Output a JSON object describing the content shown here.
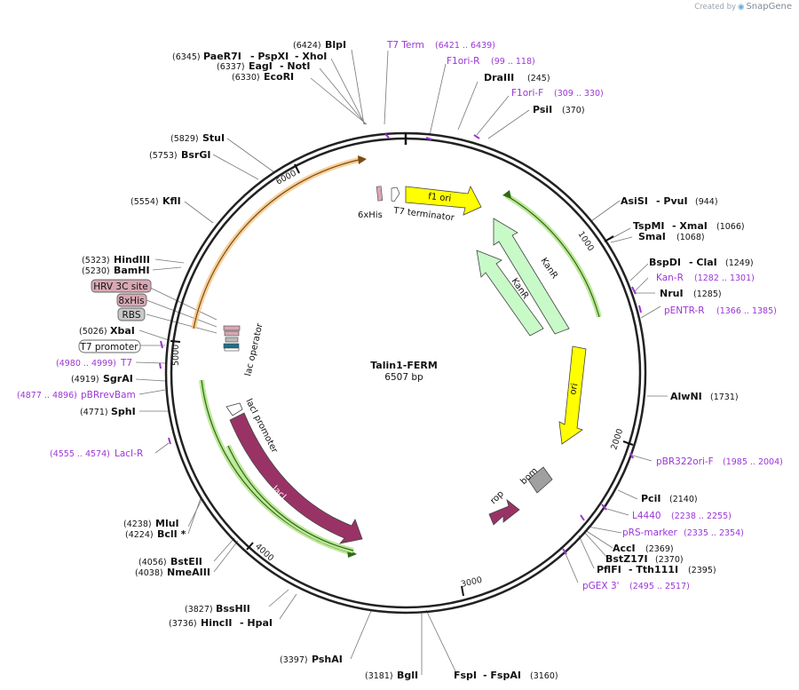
{
  "branding": {
    "created_by": "Created by",
    "product": "SnapGene"
  },
  "plasmid": {
    "name": "Talin1-FERM",
    "length_label": "6507 bp",
    "length": 6507
  },
  "ticks": [
    "1000",
    "2000",
    "3000",
    "4000",
    "5000",
    "6000"
  ],
  "sites_right": [
    {
      "name": "BlpI",
      "pos": "(6424)"
    },
    {
      "name": "DraIII",
      "pos": "(245)"
    },
    {
      "name": "PsiI",
      "pos": "(370)"
    },
    {
      "name": "AsiSI",
      "alt": "- PvuI",
      "pos": "(944)"
    },
    {
      "name": "TspMI",
      "alt": "- XmaI",
      "pos": "(1066)"
    },
    {
      "name": "SmaI",
      "pos": "(1068)"
    },
    {
      "name": "BspDI",
      "alt": "- ClaI",
      "pos": "(1249)"
    },
    {
      "name": "NruI",
      "pos": "(1285)"
    },
    {
      "name": "AlwNI",
      "pos": "(1731)"
    },
    {
      "name": "PciI",
      "pos": "(2140)"
    },
    {
      "name": "AccI",
      "pos": "(2369)"
    },
    {
      "name": "BstZ17I",
      "pos": "(2370)"
    },
    {
      "name": "PflFI",
      "alt": "- Tth111I",
      "pos": "(2395)"
    },
    {
      "name": "FspI",
      "alt": "- FspAI",
      "pos": "(3160)"
    },
    {
      "name": "BglI",
      "pos": "(3181)"
    }
  ],
  "sites_left": [
    {
      "name": "PaeR7I",
      "alt": "- PspXI",
      "alt2": "- XhoI",
      "pos": "(6345)"
    },
    {
      "name": "EagI",
      "alt": "- NotI",
      "pos": "(6337)"
    },
    {
      "name": "EcoRI",
      "pos": "(6330)"
    },
    {
      "name": "StuI",
      "pos": "(5829)"
    },
    {
      "name": "BsrGI",
      "pos": "(5753)"
    },
    {
      "name": "KflI",
      "pos": "(5554)"
    },
    {
      "name": "HindIII",
      "pos": "(5323)"
    },
    {
      "name": "BamHI",
      "pos": "(5230)"
    },
    {
      "name": "XbaI",
      "pos": "(5026)"
    },
    {
      "name": "SgrAI",
      "pos": "(4919)"
    },
    {
      "name": "SphI",
      "pos": "(4771)"
    },
    {
      "name": "MluI",
      "pos": "(4238)"
    },
    {
      "name": "BclI *",
      "pos": "(4224)"
    },
    {
      "name": "BstEII",
      "pos": "(4056)"
    },
    {
      "name": "NmeAIII",
      "pos": "(4038)"
    },
    {
      "name": "BssHII",
      "pos": "(3827)"
    },
    {
      "name": "HincII",
      "alt": "- HpaI",
      "pos": "(3736)"
    },
    {
      "name": "PshAI",
      "pos": "(3397)"
    }
  ],
  "primers": [
    {
      "name": "T7 Term",
      "range": "(6421 .. 6439)"
    },
    {
      "name": "F1ori-R",
      "range": "(99 .. 118)"
    },
    {
      "name": "F1ori-F",
      "range": "(309 .. 330)"
    },
    {
      "name": "Kan-R",
      "range": "(1282 .. 1301)"
    },
    {
      "name": "pENTR-R",
      "range": "(1366 .. 1385)"
    },
    {
      "name": "pBR322ori-F",
      "range": "(1985 .. 2004)"
    },
    {
      "name": "L4440",
      "range": "(2238 .. 2255)"
    },
    {
      "name": "pRS-marker",
      "range": "(2335 .. 2354)"
    },
    {
      "name": "pGEX 3'",
      "range": "(2495 .. 2517)"
    },
    {
      "name": "T7",
      "range": "(4980 .. 4999)"
    },
    {
      "name": "pBRrevBam",
      "range": "(4877 .. 4896)"
    },
    {
      "name": "LacI-R",
      "range": "(4555 .. 4574)"
    }
  ],
  "tagged_features": [
    {
      "name": "HRV 3C site",
      "color": "#d8a8b4"
    },
    {
      "name": "8xHis",
      "color": "#d8a8b4"
    },
    {
      "name": "RBS",
      "color": "#c8c8c8"
    },
    {
      "name": "T7 promoter",
      "color": "#ffffff"
    }
  ],
  "features": {
    "f1_ori": "f1 ori",
    "kanr1": "KanR",
    "kanr2": "KanR",
    "ori": "ori",
    "bom": "bom",
    "rop": "rop",
    "laci": "lacI",
    "laci_promoter": "lacI promoter",
    "lac_operator": "lac operator",
    "his6": "6xHis",
    "t7_terminator": "T7 terminator"
  },
  "colors": {
    "backbone": "#222222",
    "primer": "#9b36d6",
    "f1_ori": "#ffff00",
    "kanr": "#c8fac8",
    "ori": "#ffff00",
    "laci": "#993366",
    "bom": "#a0a0a0",
    "orf_green": "#99dd66",
    "orf_orange": "#f4c07a"
  }
}
